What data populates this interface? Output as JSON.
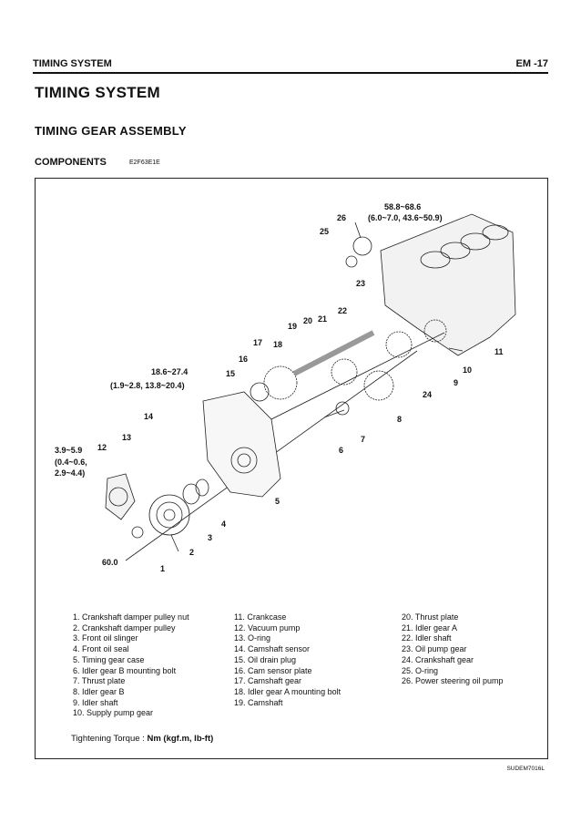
{
  "header": {
    "left": "TIMING SYSTEM",
    "right": "EM -17"
  },
  "title": "TIMING SYSTEM",
  "subtitle": "TIMING GEAR ASSEMBLY",
  "section": {
    "label": "COMPONENTS",
    "code": "E2F63E1E"
  },
  "diagram": {
    "labels": [
      "1",
      "2",
      "3",
      "4",
      "5",
      "6",
      "7",
      "8",
      "9",
      "10",
      "11",
      "12",
      "13",
      "14",
      "15",
      "16",
      "17",
      "18",
      "19",
      "20",
      "21",
      "22",
      "23",
      "24",
      "25",
      "26"
    ],
    "torques": {
      "t1": {
        "a": "58.8~68.6",
        "b": "(6.0~7.0, 43.6~50.9)"
      },
      "t2": {
        "a": "18.6~27.4",
        "b": "(1.9~2.8, 13.8~20.4)"
      },
      "t3": {
        "a": "3.9~5.9",
        "b": "(0.4~0.6,",
        "c": "2.9~4.4)"
      },
      "t4": {
        "a": "60.0"
      }
    }
  },
  "legend": {
    "col1": [
      "1. Crankshaft damper pulley nut",
      "2. Crankshaft damper pulley",
      "3. Front oil slinger",
      "4. Front oil seal",
      "5. Timing gear case",
      "6. Idler gear B mounting bolt",
      "7. Thrust plate",
      "8. Idler gear B",
      "9. Idler shaft",
      "10. Supply pump gear"
    ],
    "col2": [
      "11. Crankcase",
      "12. Vacuum pump",
      "13. O-ring",
      "14. Camshaft sensor",
      "15. Oil drain plug",
      "16. Cam sensor plate",
      "17. Camshaft gear",
      "18. Idler gear A mounting bolt",
      "19. Camshaft"
    ],
    "col3": [
      "20. Thrust plate",
      "21. Idler gear A",
      "22. Idler shaft",
      "23. Oil pump gear",
      "24. Crankshaft gear",
      "25. O-ring",
      "26. Power steering oil pump"
    ]
  },
  "torque_note": {
    "label": "Tightening Torque :",
    "units": "Nm (kgf.m, lb-ft)"
  },
  "figure_code": "SUDEM7016L"
}
